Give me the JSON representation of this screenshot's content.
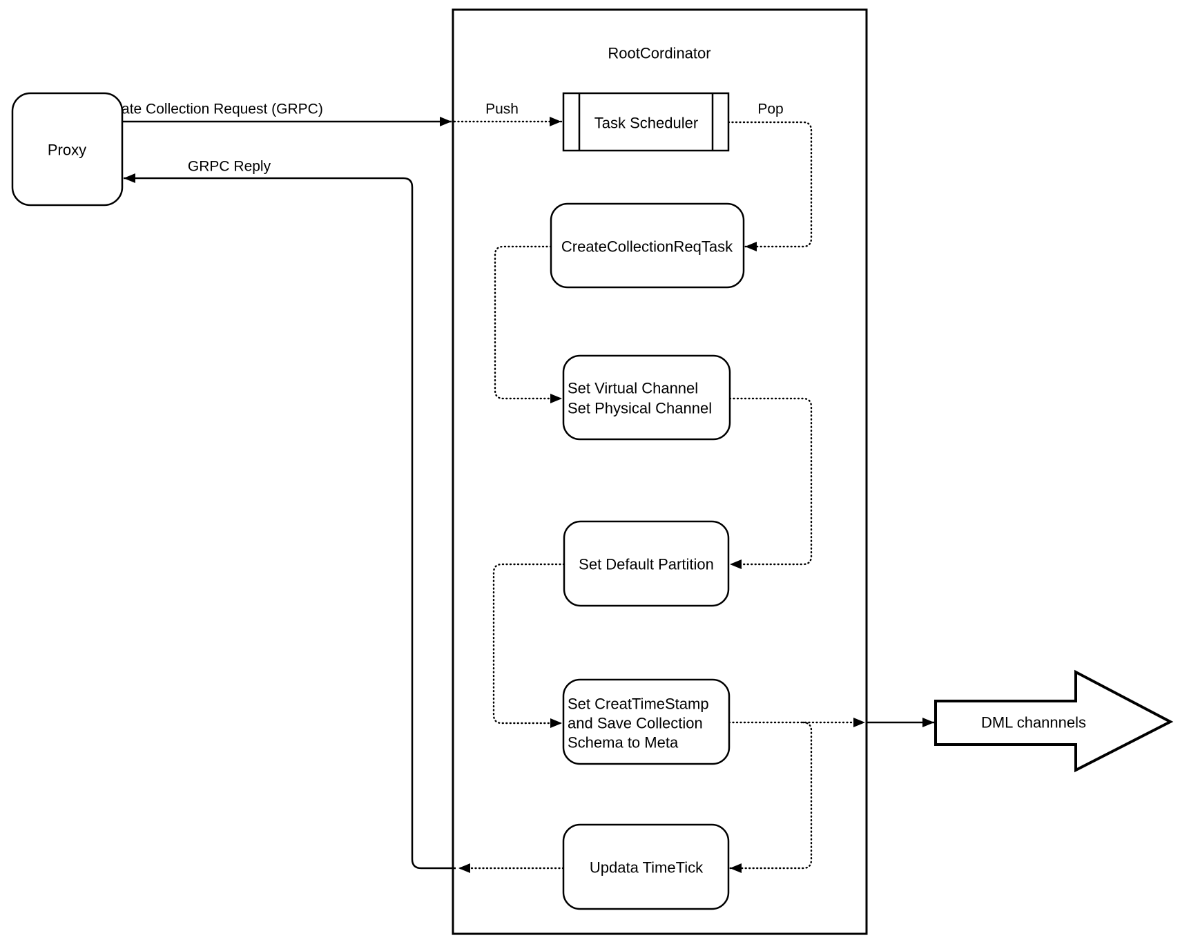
{
  "colors": {
    "background": "#ffffff",
    "stroke": "#000000",
    "text": "#000000"
  },
  "nodes": {
    "proxy": {
      "label": "Proxy"
    },
    "root_coordinator": {
      "title": "RootCordinator"
    },
    "task_scheduler": {
      "label": "Task Scheduler"
    },
    "create_collection_req_task": {
      "label": "CreateCollectionReqTask"
    },
    "set_virtual_channel": {
      "line1": "Set Virtual Channel",
      "line2": "Set Physical Channel"
    },
    "set_default_partition": {
      "label": "Set Default Partition"
    },
    "set_creat_timestamp": {
      "line1": "Set CreatTimeStamp",
      "line2": "and Save Collection",
      "line3": "Schema to Meta"
    },
    "updata_timetick": {
      "label": "Updata TimeTick"
    },
    "dml_channels": {
      "label": "DML channnels"
    }
  },
  "edge_labels": {
    "create_collection_request": "Create Collection Request (GRPC)",
    "grpc_reply": "GRPC Reply",
    "push": "Push",
    "pop": "Pop"
  }
}
